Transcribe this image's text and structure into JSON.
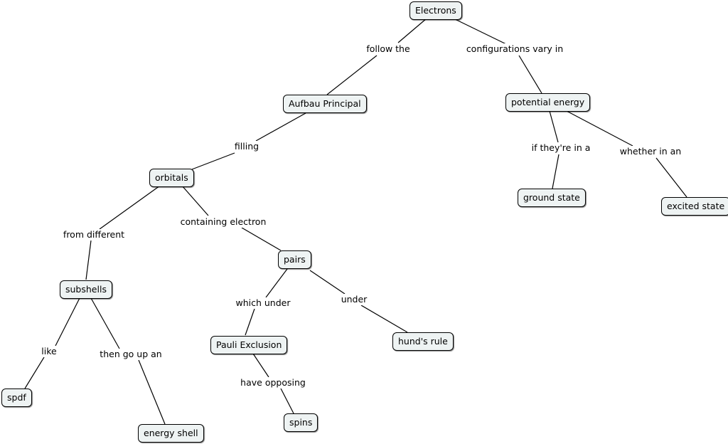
{
  "concept_map": {
    "nodes": {
      "electrons": "Electrons",
      "aufbau": "Aufbau Principal",
      "potential_energy": "potential energy",
      "orbitals": "orbitals",
      "ground_state": "ground state",
      "excited_state": "excited state",
      "subshells": "subshells",
      "pairs": "pairs",
      "pauli": "Pauli Exclusion",
      "hunds_rule": "hund's rule",
      "spdf": "spdf",
      "energy_shell": "energy shell",
      "spins": "spins"
    },
    "links": {
      "follow_the": "follow the",
      "configurations_vary_in": "configurations vary in",
      "filling": "filling",
      "if_theyre_in_a": "if they're in a",
      "whether_in_an": "whether in an",
      "from_different": "from different",
      "containing_electron": "containing electron",
      "which_under": "which under",
      "under": "under",
      "like": "like",
      "then_go_up_an": "then go up an",
      "have_opposing": "have opposing"
    },
    "colors": {
      "node_fill": "#eef3f3",
      "node_border": "#000000",
      "line": "#000000",
      "background": "#ffffff"
    }
  }
}
